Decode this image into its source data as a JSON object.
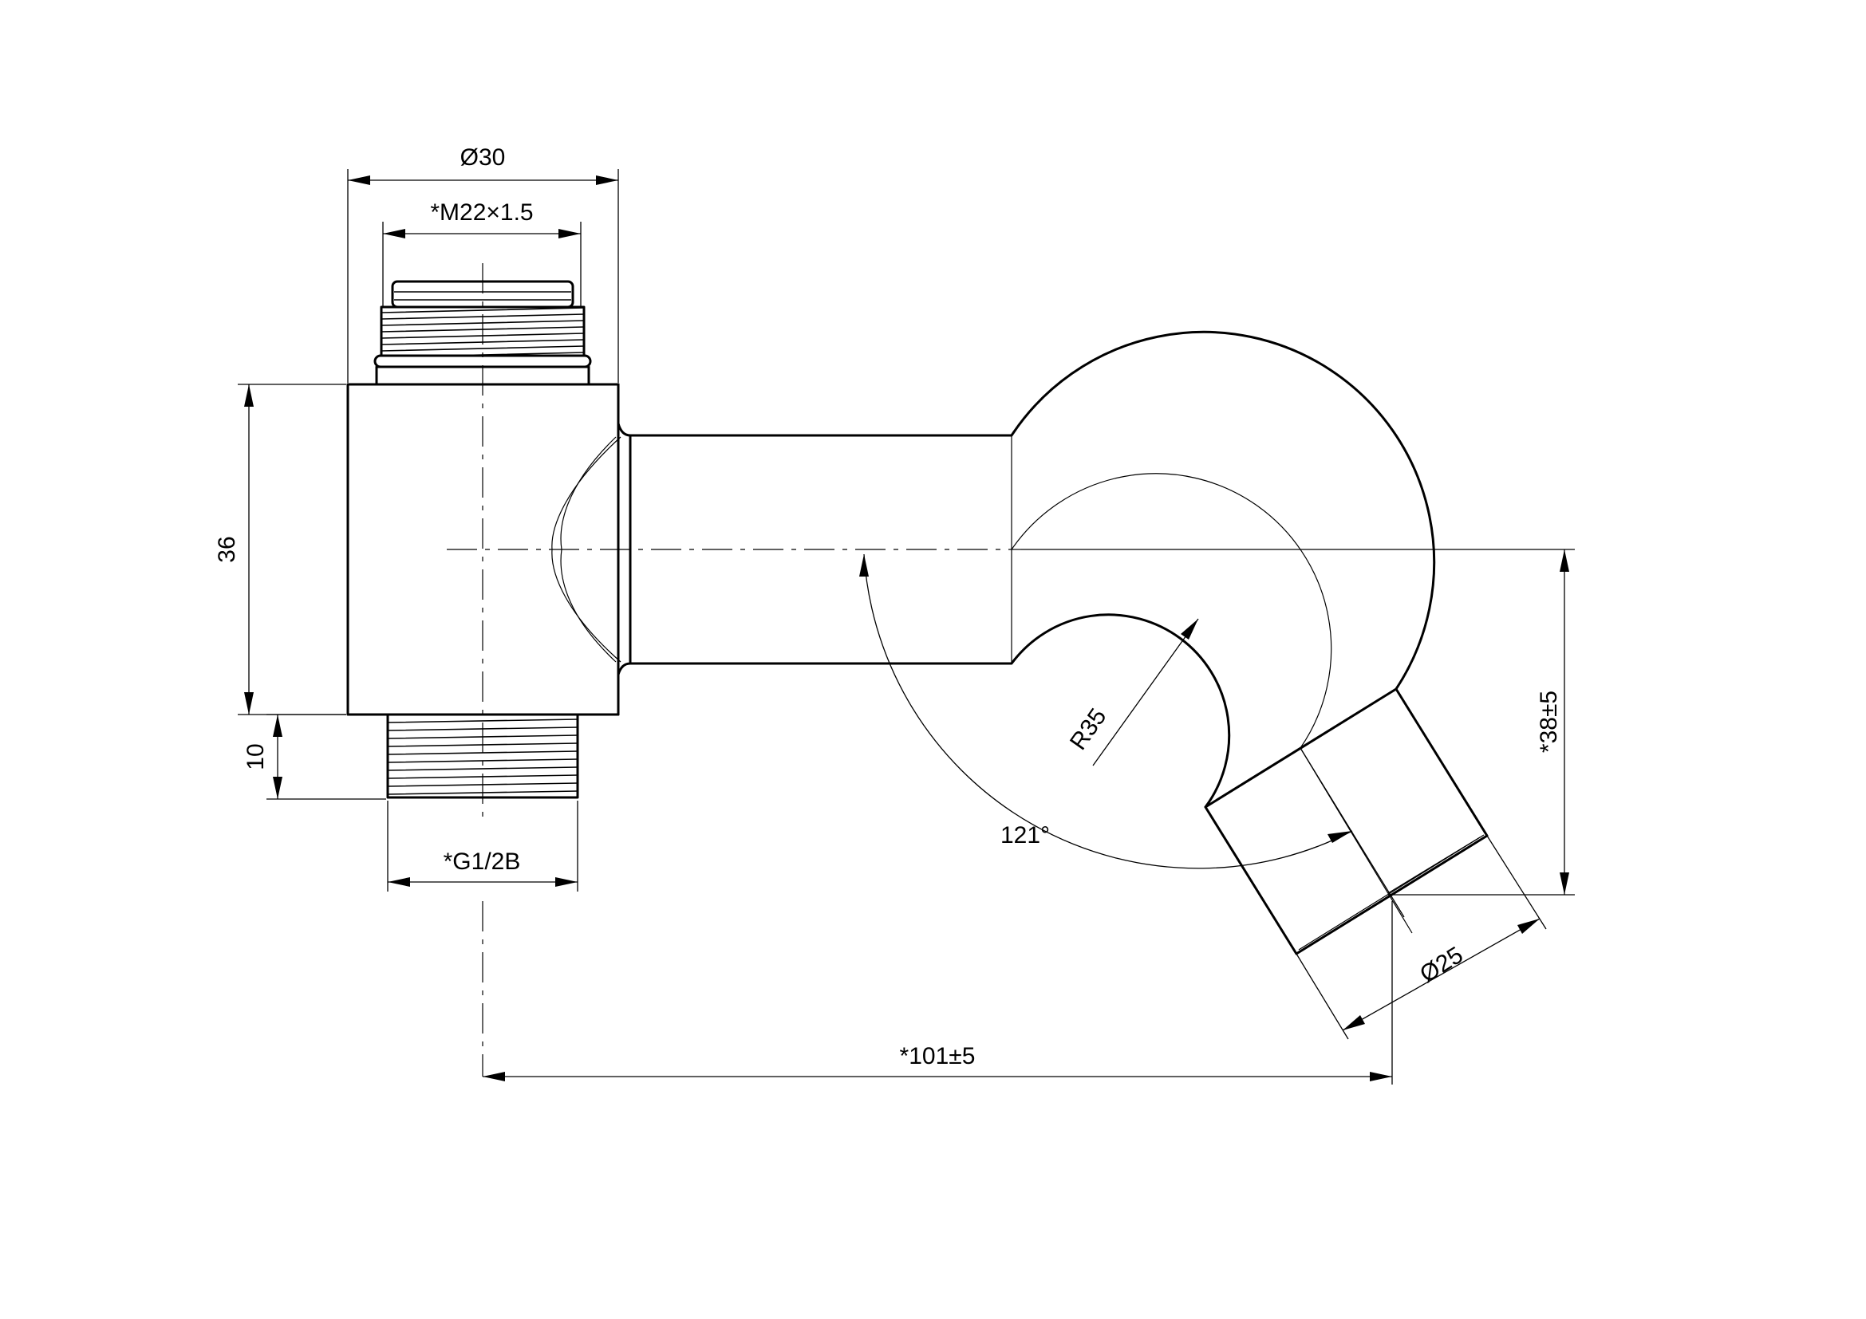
{
  "drawing": {
    "colors": {
      "line": "#000000",
      "background": "#ffffff"
    },
    "dimensions": {
      "outer_diameter": "Ø30",
      "top_thread": "*M22×1.5",
      "body_height": "36",
      "bottom_thread_length": "10",
      "bottom_thread": "*G1/2B",
      "bend_radius": "R35",
      "bend_angle": "121°",
      "outlet_diameter": "Ø25",
      "outlet_drop": "*38±5",
      "projection": "*101±5"
    }
  }
}
